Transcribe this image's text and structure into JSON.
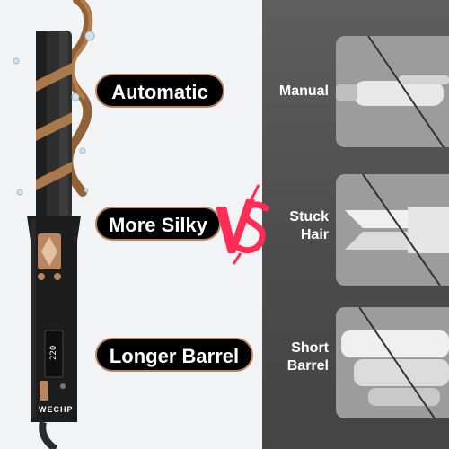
{
  "left_labels": {
    "automatic": "Automatic",
    "more_silky": "More Silky",
    "longer_barrel": "Longer Barrel"
  },
  "right_labels": {
    "manual": "Manual",
    "stuck_hair": "Stuck\nHair",
    "short_barrel": "Short\nBarrel"
  },
  "brand": "WECHP",
  "display_value": "220",
  "colors": {
    "accent_copper": "#b88762",
    "vs_pink": "#ff2d55",
    "left_bg": "#f2f3f5",
    "right_bg": "#555555"
  }
}
